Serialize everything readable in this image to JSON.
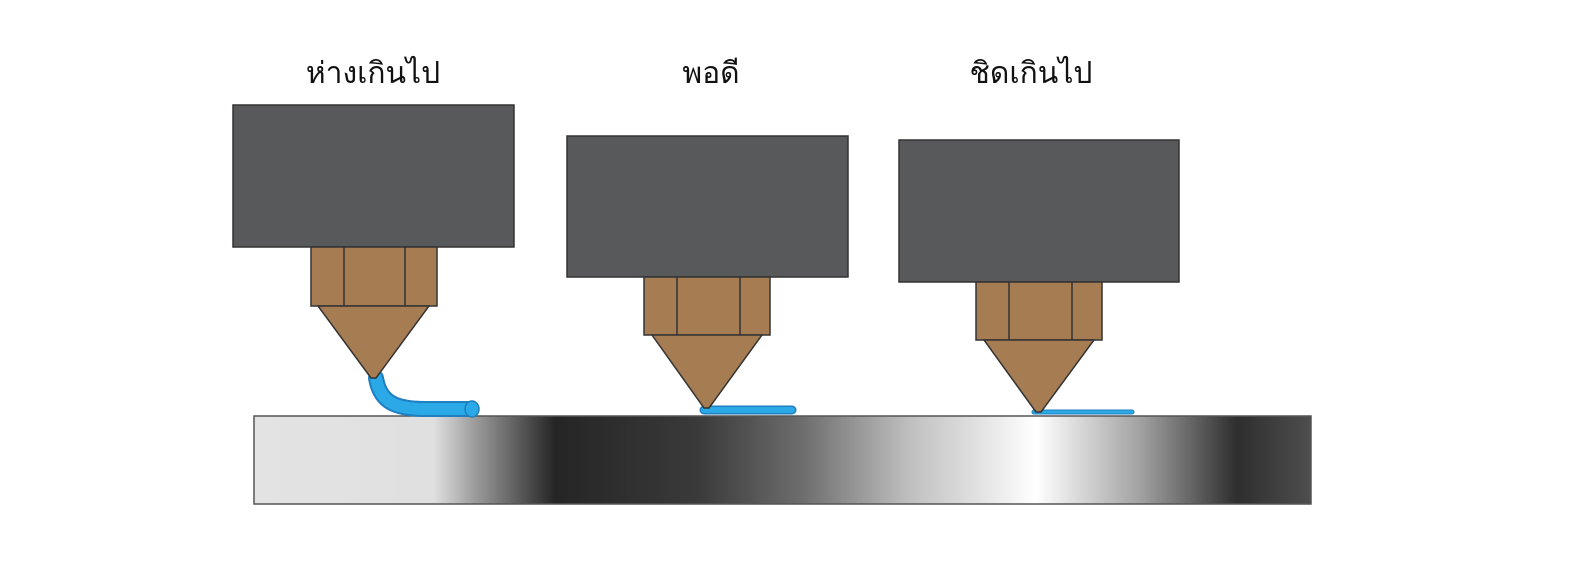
{
  "labels": {
    "too_far": "ห่างเกินไป",
    "just_right": "พอดี",
    "too_close": "ชิดเกินไป"
  },
  "colors": {
    "heater_block": "#58595b",
    "nozzle_brass": "#a67c52",
    "filament": "#29aae1",
    "bed_light": "#e2e2e2",
    "bed_dark": "#2b2b2b",
    "outline": "#333333"
  }
}
